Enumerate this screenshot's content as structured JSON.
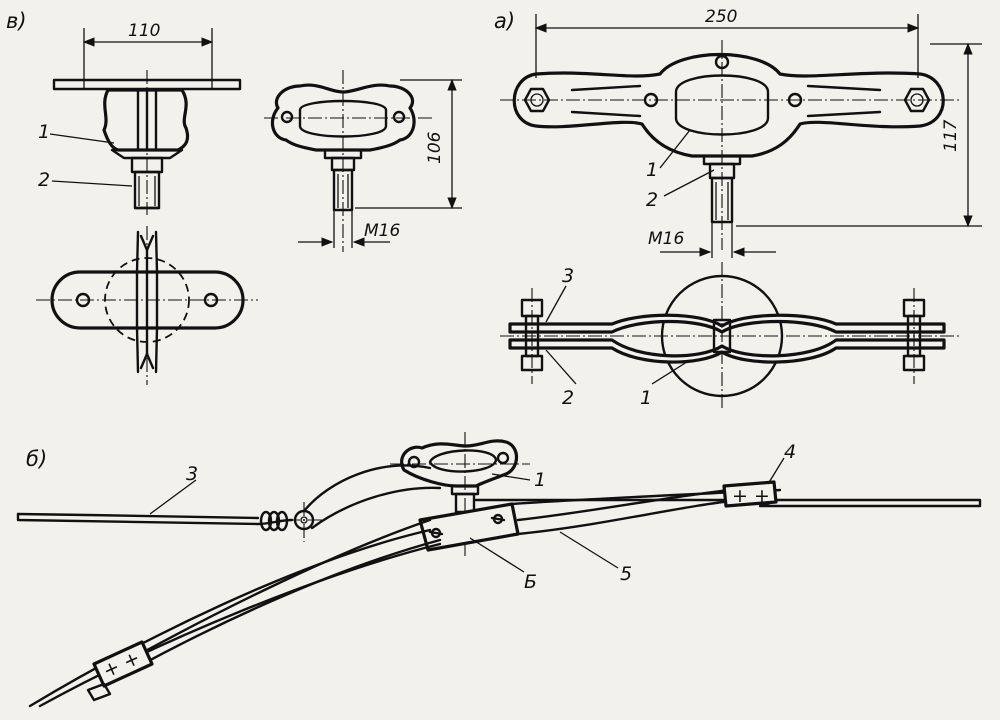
{
  "titles": {
    "view_v": "в)",
    "view_a": "а)",
    "view_b": "б)"
  },
  "dimensions": {
    "d110": "110",
    "d250": "250",
    "d106": "106",
    "d117": "117",
    "m16_left": "M16",
    "m16_right": "M16"
  },
  "callouts": {
    "v_1": "1",
    "v_2": "2",
    "a_1": "1",
    "a_2": "2",
    "a_plan_3": "3",
    "a_plan_2": "2",
    "a_plan_1": "1",
    "b_1": "1",
    "b_3": "3",
    "b_4": "4",
    "b_5": "5",
    "b_6": "Б"
  }
}
